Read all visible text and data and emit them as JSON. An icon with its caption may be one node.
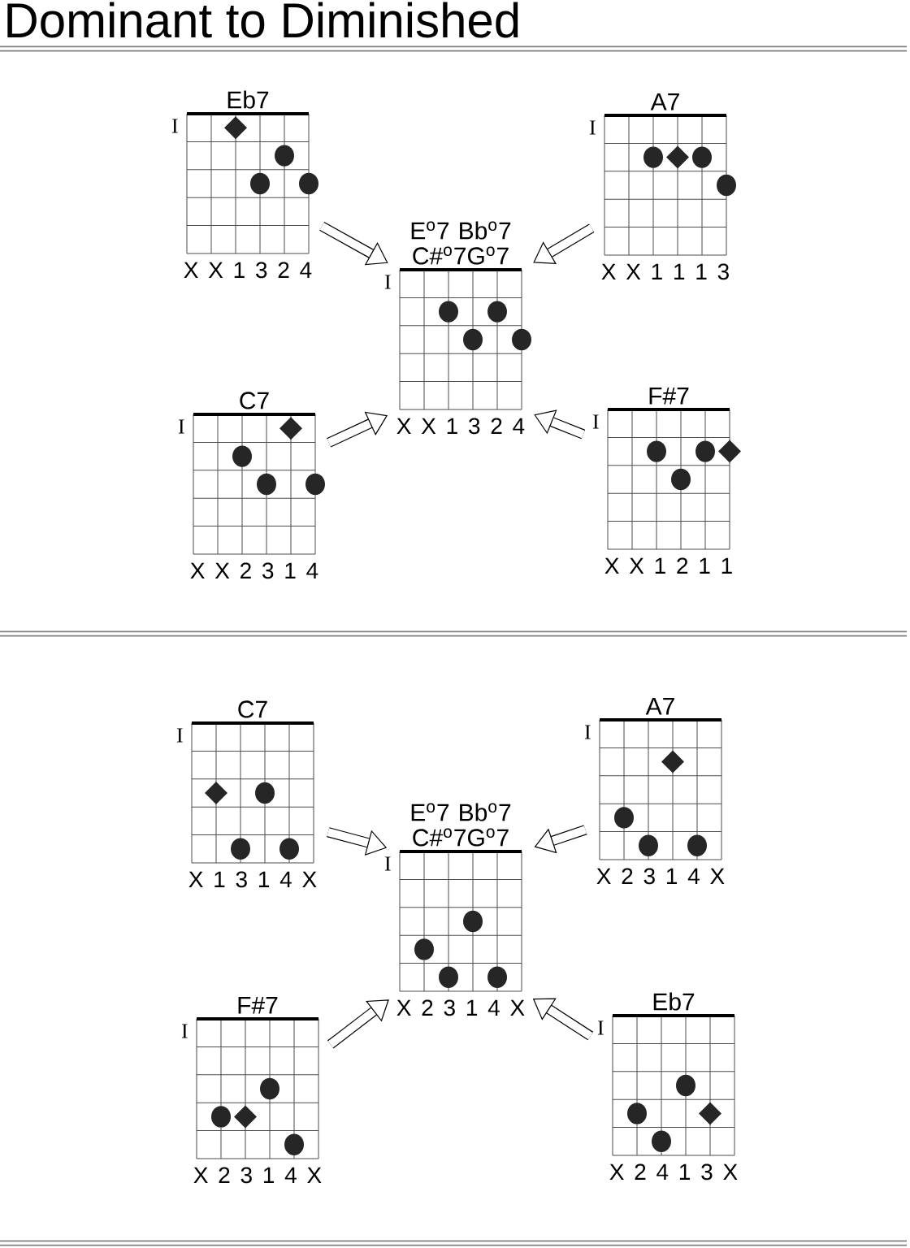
{
  "diagram": {
    "title": "Dominant to Diminished",
    "nodes": [
      {
        "text": [
          "Eb7",
          "X X 1 3 2 4"
        ],
        "beside": [
          "I"
        ]
      },
      {
        "text": [
          "A7",
          "X X 1 1 1 3"
        ],
        "beside": [
          "I"
        ]
      },
      {
        "text": [
          "E$^{o}$7 Bb$^{o}$7 C#$^{o}$7G$^{o}$7",
          "X X 1 3 2 4"
        ],
        "beside": [
          "I"
        ]
      },
      {
        "text": [
          "C7",
          "X X 2 3 1 4"
        ],
        "beside": [
          "I"
        ]
      },
      {
        "text": [
          "F#7",
          "X X 1 2 1 1"
        ],
        "beside": [
          "I"
        ]
      },
      {
        "text": [
          "C7",
          "X 1 3 1 4 X"
        ],
        "beside": [
          "I"
        ]
      },
      {
        "text": [
          "A7",
          "X 2 3 1 4 X"
        ],
        "beside": [
          "I"
        ]
      },
      {
        "text": [
          "E$^{o}$7 Bb$^{o}$7 C#$^{o}$7G$^{o}$7",
          "X 2 3 1 4 X"
        ],
        "beside": [
          "I"
        ]
      },
      {
        "text": [
          "F#7",
          "X 2 3 1 4 X"
        ],
        "beside": [
          "I"
        ]
      },
      {
        "text": [
          "Eb7",
          "X 2 4 1 3 X"
        ],
        "beside": [
          "I"
        ]
      }
    ],
    "edges": [
      {
        "from": 0,
        "to": 2,
        "arrow": "to"
      },
      {
        "from": 1,
        "to": 2,
        "arrow": "to"
      },
      {
        "from": 3,
        "to": 2,
        "arrow": "to"
      },
      {
        "from": 4,
        "to": 2,
        "arrow": "to"
      },
      {
        "from": 5,
        "to": 7,
        "arrow": "to"
      },
      {
        "from": 6,
        "to": 7,
        "arrow": "to"
      },
      {
        "from": 8,
        "to": 7,
        "arrow": "to"
      },
      {
        "from": 9,
        "to": 7,
        "arrow": "to"
      }
    ]
  }
}
